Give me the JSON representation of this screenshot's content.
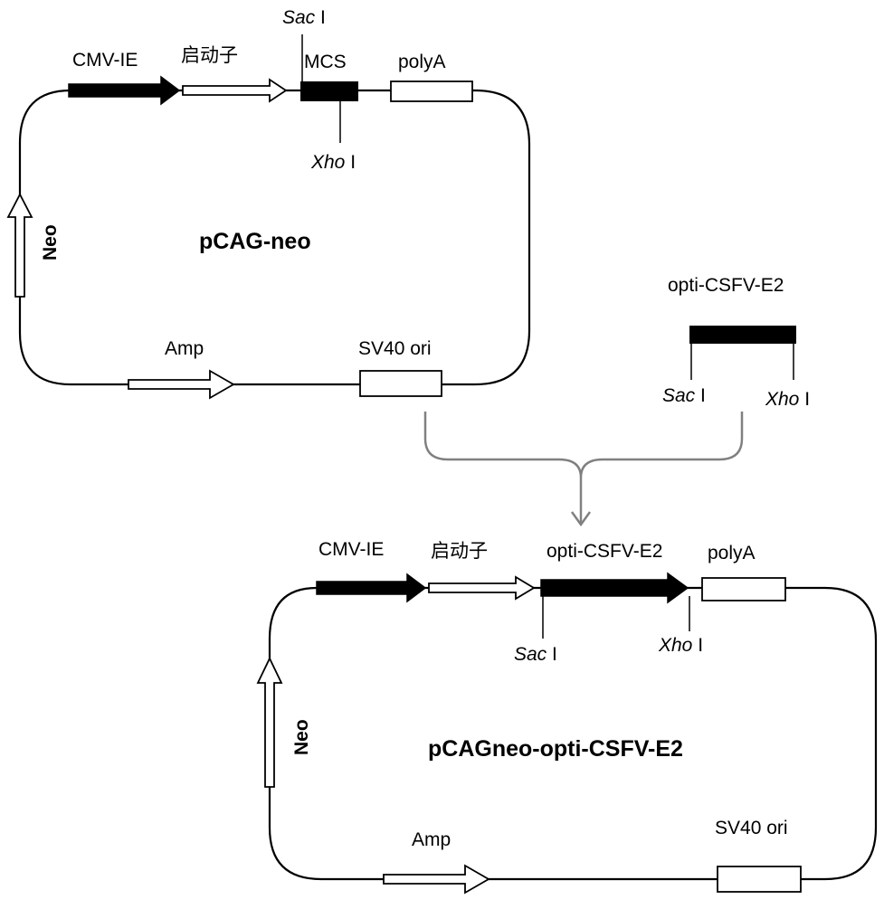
{
  "colors": {
    "line": "#000000",
    "fill": "#ffffff",
    "bracket": "#808080"
  },
  "plasmid1": {
    "name": "pCAG-neo",
    "cmv_label": "CMV-IE",
    "promoter_label": "启动子",
    "sacI": {
      "italic": "Sac",
      "suffix": " I"
    },
    "mcs_label": "MCS",
    "xhoI": {
      "italic": "Xho",
      "suffix": " I"
    },
    "polya_label": "polyA",
    "neo_label": "Neo",
    "amp_label": "Amp",
    "sv40_label": "SV40 ori"
  },
  "insert": {
    "name": "opti-CSFV-E2",
    "sacI": {
      "italic": "Sac",
      "suffix": " I"
    },
    "xhoI": {
      "italic": "Xho",
      "suffix": " I"
    }
  },
  "plasmid2": {
    "name": "pCAGneo-opti-CSFV-E2",
    "cmv_label": "CMV-IE",
    "promoter_label": "启动子",
    "insert_label": "opti-CSFV-E2",
    "polya_label": "polyA",
    "sacI": {
      "italic": "Sac",
      "suffix": " I"
    },
    "xhoI": {
      "italic": "Xho",
      "suffix": " I"
    },
    "neo_label": "Neo",
    "amp_label": "Amp",
    "sv40_label": "SV40 ori"
  }
}
